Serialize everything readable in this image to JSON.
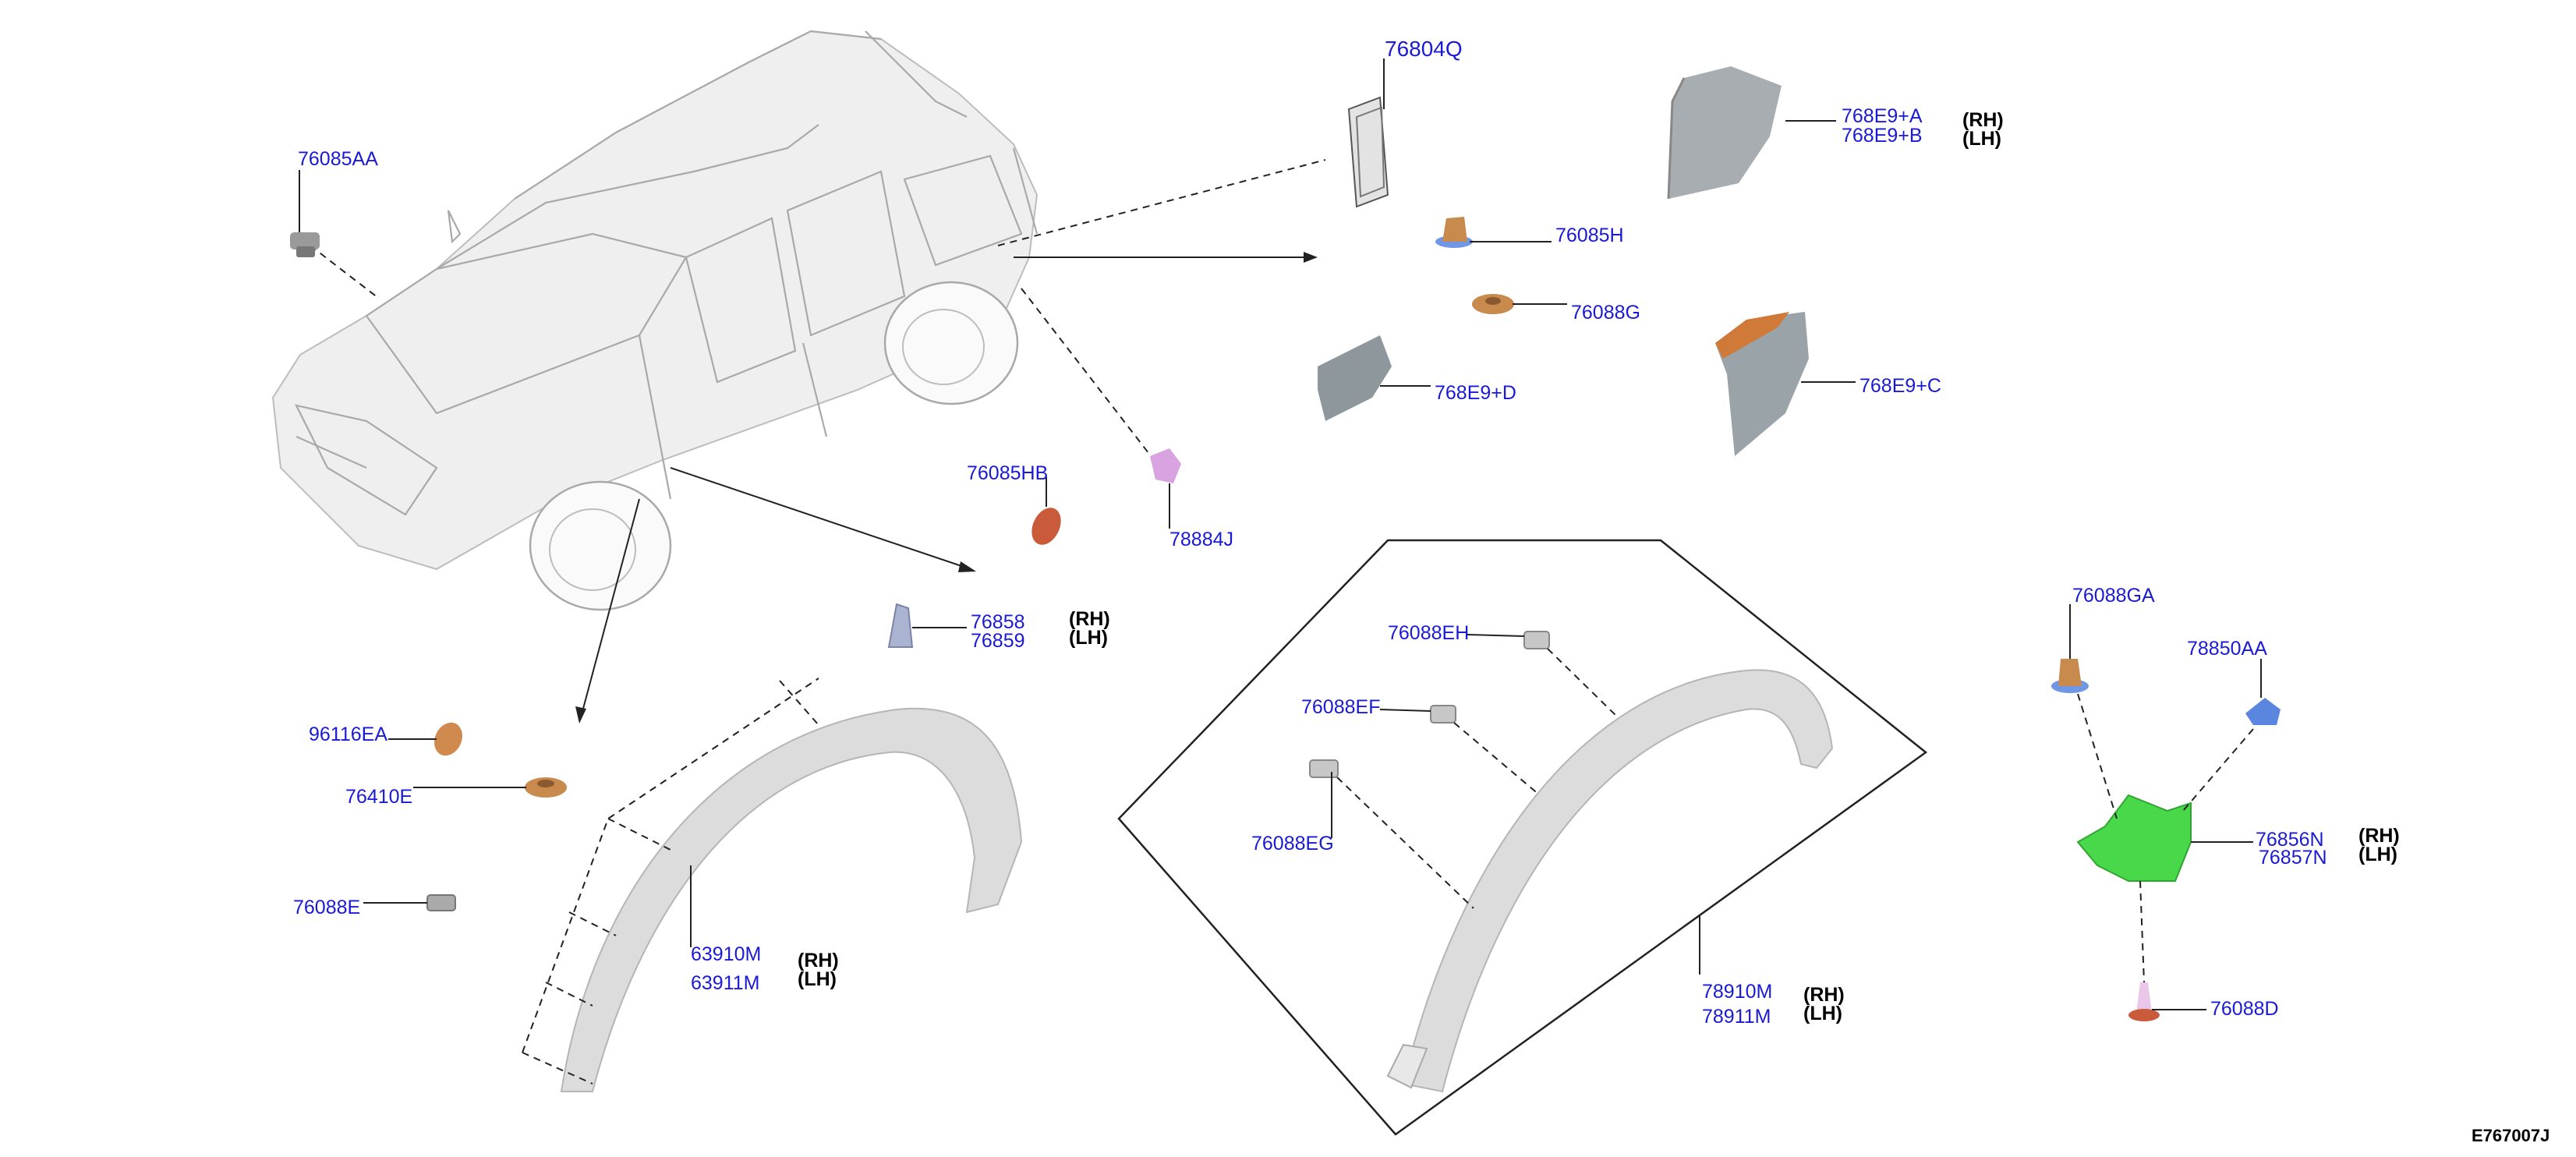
{
  "diagram_id": "E767007J",
  "side_labels": {
    "rh": "(RH)",
    "lh": "(LH)"
  },
  "parts": {
    "p76085AA": "76085AA",
    "p76804Q": "76804Q",
    "p768E9A": "768E9+A",
    "p768E9B": "768E9+B",
    "p76085H": "76085H",
    "p76088G": "76088G",
    "p768E9D": "768E9+D",
    "p768E9C": "768E9+C",
    "p76085HB": "76085HB",
    "p78884J": "78884J",
    "p76858": "76858",
    "p76859": "76859",
    "p96116EA": "96116EA",
    "p76410E": "76410E",
    "p76088E": "76088E",
    "p63910M": "63910M",
    "p63911M": "63911M",
    "p76088EH": "76088EH",
    "p76088EF": "76088EF",
    "p76088EG": "76088EG",
    "p78910M": "78910M",
    "p78911M": "78911M",
    "p76088GA": "76088GA",
    "p78850AA": "78850AA",
    "p76856N": "76856N",
    "p76857N": "76857N",
    "p76088D": "76088D"
  },
  "colors": {
    "part_number": "#1a1ad6",
    "clip_orange": "#c98a4e",
    "clip_blue": "#5b86e0",
    "seal_red": "#c95a3a",
    "clip_pink": "#d9a2e0",
    "mudguard_green": "#49d84a",
    "panel_grey": "#9aa3a8",
    "fender_grey": "#dcdcdc"
  }
}
